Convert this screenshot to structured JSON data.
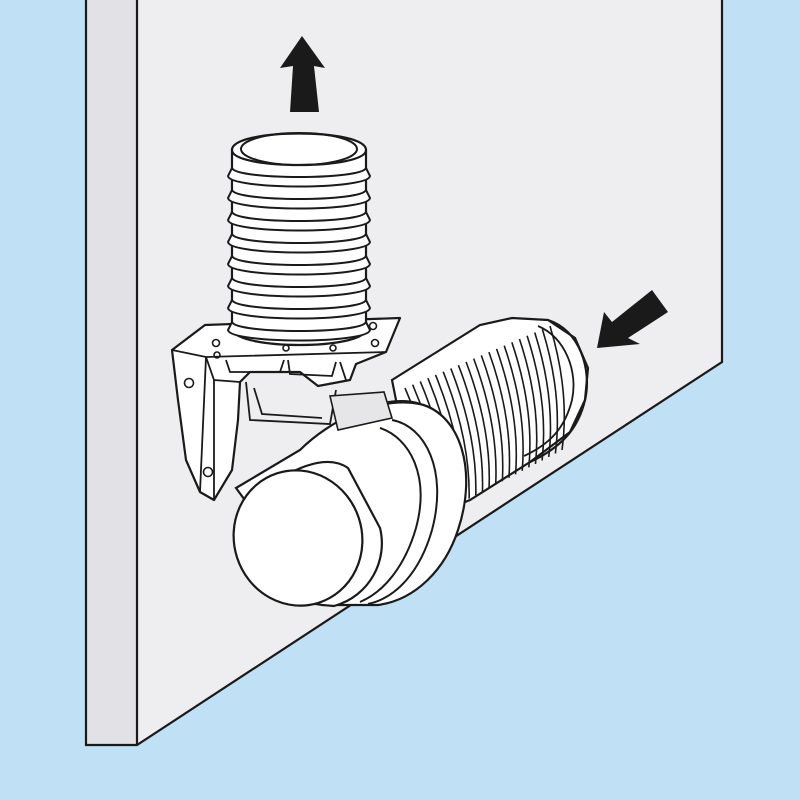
{
  "illustration": {
    "subject": "drain-hose-elbow-adapter-on-panel",
    "arrows": [
      {
        "name": "outlet-flow-arrow",
        "direction": "up"
      },
      {
        "name": "inlet-flow-arrow",
        "direction": "down-left"
      }
    ]
  },
  "colors": {
    "background": "#bfe0f5",
    "panel_face": "#eeeef0",
    "panel_edge": "#e2e2e6",
    "line": "#1a1a1a",
    "fitting": "#ffffff",
    "shadow": "#e6e6e8"
  }
}
